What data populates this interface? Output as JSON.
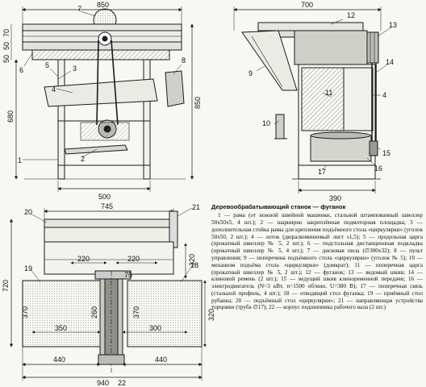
{
  "views": {
    "front": {
      "dimensions": {
        "top_width": "850",
        "leg_width": "500",
        "height_total": "850",
        "height_frame": "680",
        "height_a": "50",
        "height_b": "50",
        "height_c": "70"
      },
      "callouts": [
        "1",
        "2",
        "3",
        "4",
        "5",
        "6",
        "7",
        "8"
      ]
    },
    "side": {
      "dimensions": {
        "top_width": "700",
        "base_width": "390"
      },
      "callouts": [
        "9",
        "10",
        "11",
        "12",
        "13",
        "14",
        "4",
        "15",
        "16",
        "17"
      ]
    },
    "plan": {
      "dimensions": {
        "top_width": "745",
        "w_220_a": "220",
        "w_220_b": "220",
        "w_320_a": "320",
        "w_320_b": "320",
        "w_75": "75",
        "w_260": "260",
        "w_370_a": "370",
        "w_370_b": "370",
        "w_350": "350",
        "w_300": "300",
        "w_440_a": "440",
        "w_440_b": "440",
        "w_720": "720",
        "w_940": "940",
        "w_22": "22"
      },
      "callouts": [
        "20",
        "21",
        "19",
        "18"
      ]
    }
  },
  "caption": {
    "title": "Деревообрабатывающий станок — фуганок",
    "body": "1 — рама (от ножной швейной машинки, стальной штампованный швеллер 50x50x5, 4 шт.); 2 — шарнирно закреплённая подмоторная площадка; 3 — дополнительная стойка рамы для крепления подъёмного стола «циркулярки» (уголок 50x50, 2 шт.); 4 — лоток (дюралюминиевый лист s1,5); 5 — продольная царга (прокатный швеллер № 5, 2 шт.); 6 — подстольная дистанционная подкладка (прокатный швеллер № 5, 4 шт.); 7 — дисковая пила (∅300x32); 8 — пульт управления; 9 — поперечина подъёмного стола «циркулярки» (уголок № 5); 10 — механизм подъёма стола «циркулярки» (домкрат); 11 — поперечная царга (прокатный швеллер № 5, 2 шт.); 12 — фуганок; 13 — ведомый шкив; 14 — клиновой ремень (2 шт.); 15 — ведущий шкив клиноременной передачи; 16 — электродвигатель (N=3 кВт, n=1500 об/мин, U=380 В); 17 — поперечная связь (стальной профиль, 4 шт.); 18 — отводящий стол фуганка; 19 — приёмный стол рубанка; 20 — подъёмный стол «циркулярки»; 21 — направляющая устройства торцовки (труба ∅17); 22 — корпус подшипника рабочего вала (2 шт.)"
  },
  "colors": {
    "line": "#1a1a1a",
    "paper": "#f7f7f4",
    "hatch": "#777777",
    "fill_light": "#d9d9d4",
    "fill_dark": "#9a9a94"
  }
}
